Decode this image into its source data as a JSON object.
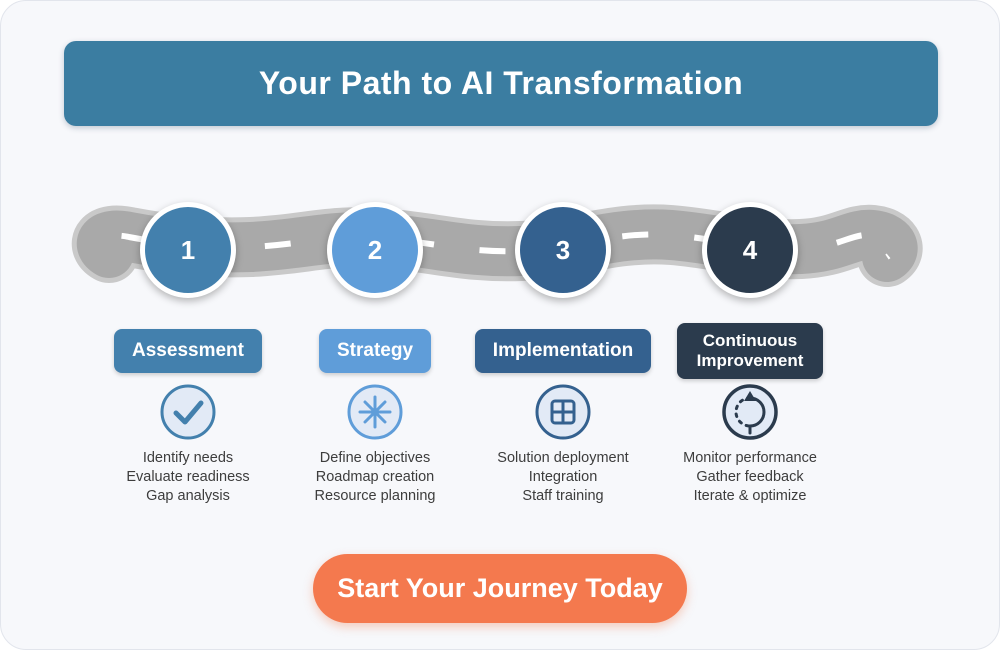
{
  "banner": {
    "title": "Your Path to AI Transformation",
    "color": "#3b7da1"
  },
  "road": {
    "fill": "#a9a9a9",
    "edge": "#c9c9c9",
    "dash": "#ffffff"
  },
  "icon_bg": "#e2eaf6",
  "steps": [
    {
      "number": "1",
      "label": "Assessment",
      "color": "#4380ad",
      "icon": "check-icon",
      "items": [
        "Identify needs",
        "Evaluate readiness",
        "Gap analysis"
      ]
    },
    {
      "number": "2",
      "label": "Strategy",
      "color": "#5f9dd9",
      "icon": "asterisk-icon",
      "items": [
        "Define objectives",
        "Roadmap creation",
        "Resource planning"
      ]
    },
    {
      "number": "3",
      "label": "Implementation",
      "color": "#34618f",
      "icon": "grid-icon",
      "items": [
        "Solution deployment",
        "Integration",
        "Staff training"
      ]
    },
    {
      "number": "4",
      "label": "Continuous Improvement",
      "color": "#2b3b4d",
      "icon": "cycle-icon",
      "items": [
        "Monitor performance",
        "Gather feedback",
        "Iterate & optimize"
      ]
    }
  ],
  "cta": {
    "label": "Start Your Journey Today",
    "color": "#f4794e"
  }
}
